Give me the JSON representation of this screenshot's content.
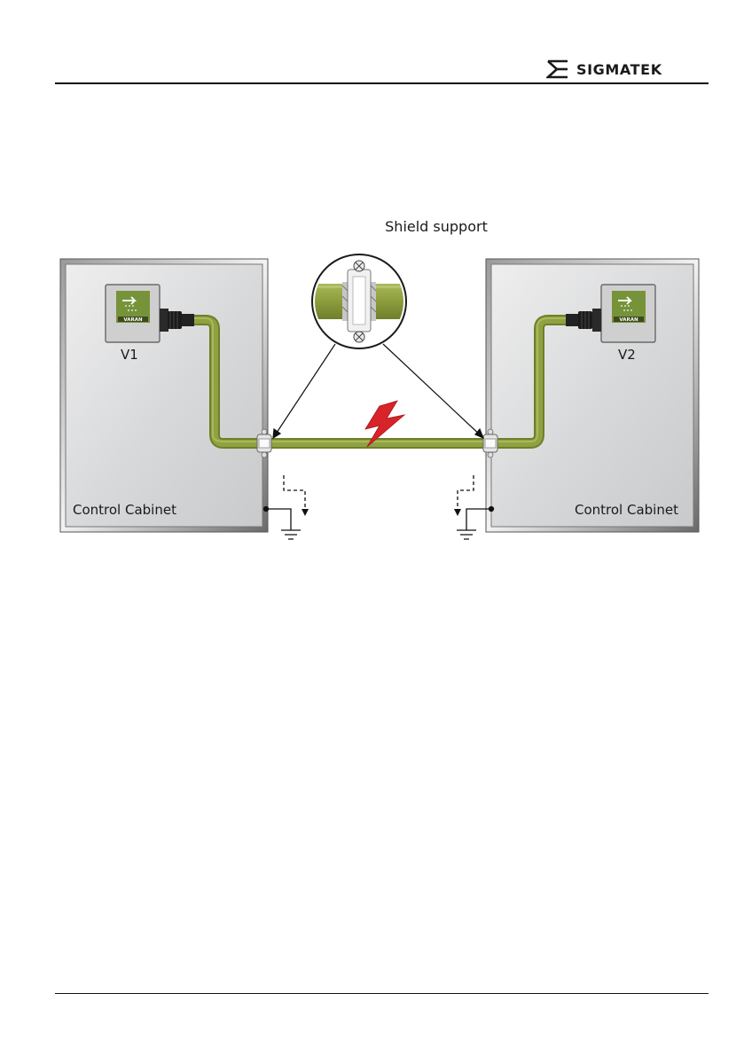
{
  "header": {
    "brand": "SIGMATEK"
  },
  "diagram": {
    "title": "Shield support",
    "left_cabinet": {
      "label": "Control Cabinet",
      "device": "V1",
      "logo_text": "VARAN"
    },
    "right_cabinet": {
      "label": "Control Cabinet",
      "device": "V2",
      "logo_text": "VARAN"
    }
  },
  "colors": {
    "cable": "#8b9d3c",
    "cable_dark": "#6f7e2b",
    "cabinet_fill": "#d9dadb",
    "cabinet_frame": "#5b5b5b",
    "lightning": "#d8232a",
    "varan_green": "#76933a"
  },
  "icons": [
    "sigmatek-logo-icon",
    "lightning-icon",
    "ground-icon",
    "varan-logo-icon"
  ]
}
